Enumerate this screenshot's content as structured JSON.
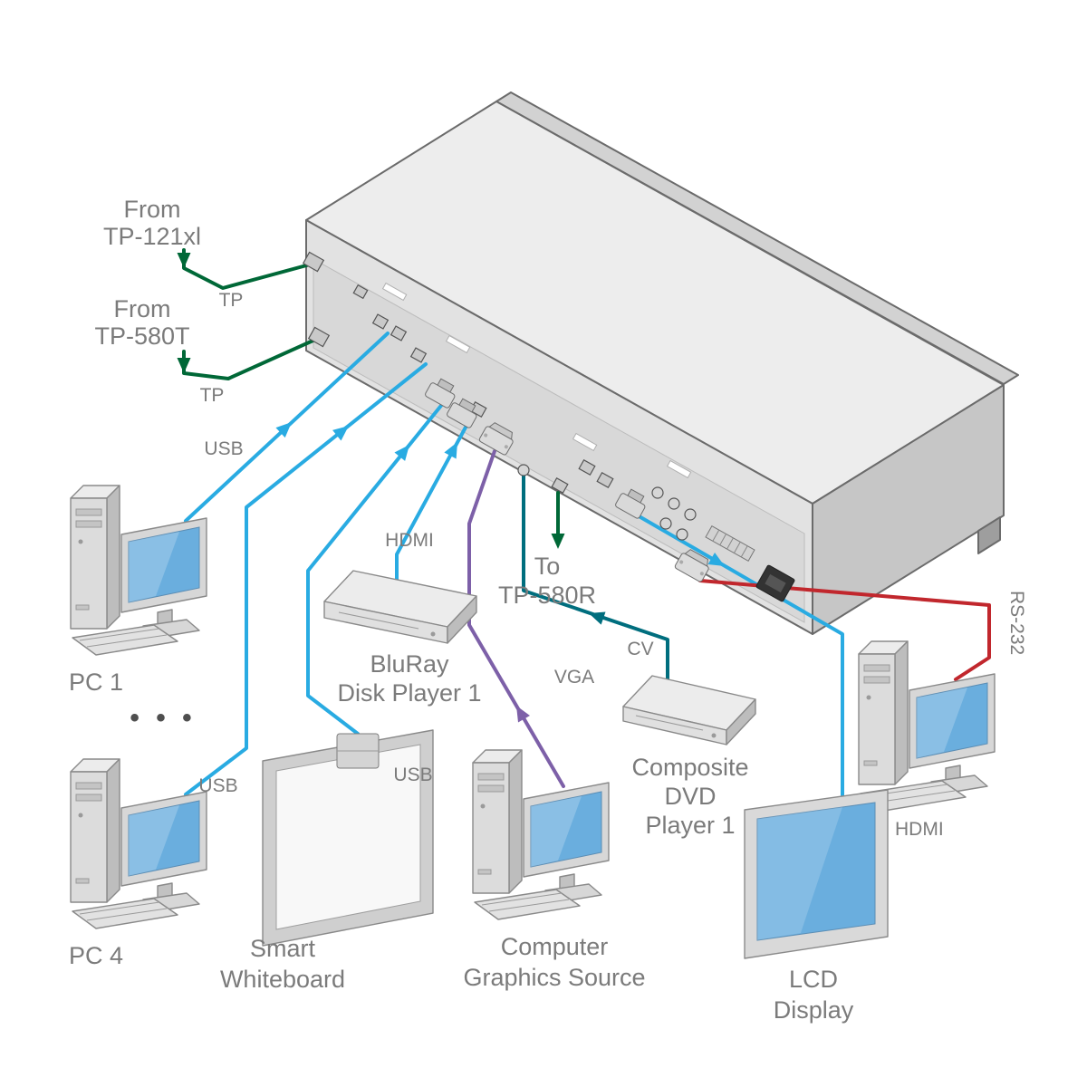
{
  "colors": {
    "cable_usb_hdmi": "#29abe2",
    "cable_tp": "#006837",
    "cable_cv": "#006e7e",
    "cable_vga": "#7d60a8",
    "cable_rs232": "#c1272d",
    "label_gray": "#7b7b7b"
  },
  "endpoint_labels": {
    "from_tp121xl_l1": "From",
    "from_tp121xl_l2": "TP-121xl",
    "from_tp580t_l1": "From",
    "from_tp580t_l2": "TP-580T",
    "to_tp580r_l1": "To",
    "to_tp580r_l2": "TP-580R"
  },
  "cable_labels": {
    "tp1": "TP",
    "tp2": "TP",
    "usb_pc1": "USB",
    "usb_pc4": "USB",
    "usb_whiteboard": "USB",
    "hdmi_bluray": "HDMI",
    "hdmi_lcd": "HDMI",
    "vga": "VGA",
    "cv": "CV",
    "rs232": "RS-232"
  },
  "devices": {
    "pc1": "PC 1",
    "pc4": "PC 4",
    "ellipsis": "• • •",
    "smart_l1": "Smart",
    "smart_l2": "Whiteboard",
    "bluray_l1": "BluRay",
    "bluray_l2": "Disk Player 1",
    "cgs_l1": "Computer",
    "cgs_l2": "Graphics Source",
    "dvd_l1": "Composite",
    "dvd_l2": "DVD",
    "dvd_l3": "Player 1",
    "lcd_l1": "LCD",
    "lcd_l2": "Display"
  }
}
